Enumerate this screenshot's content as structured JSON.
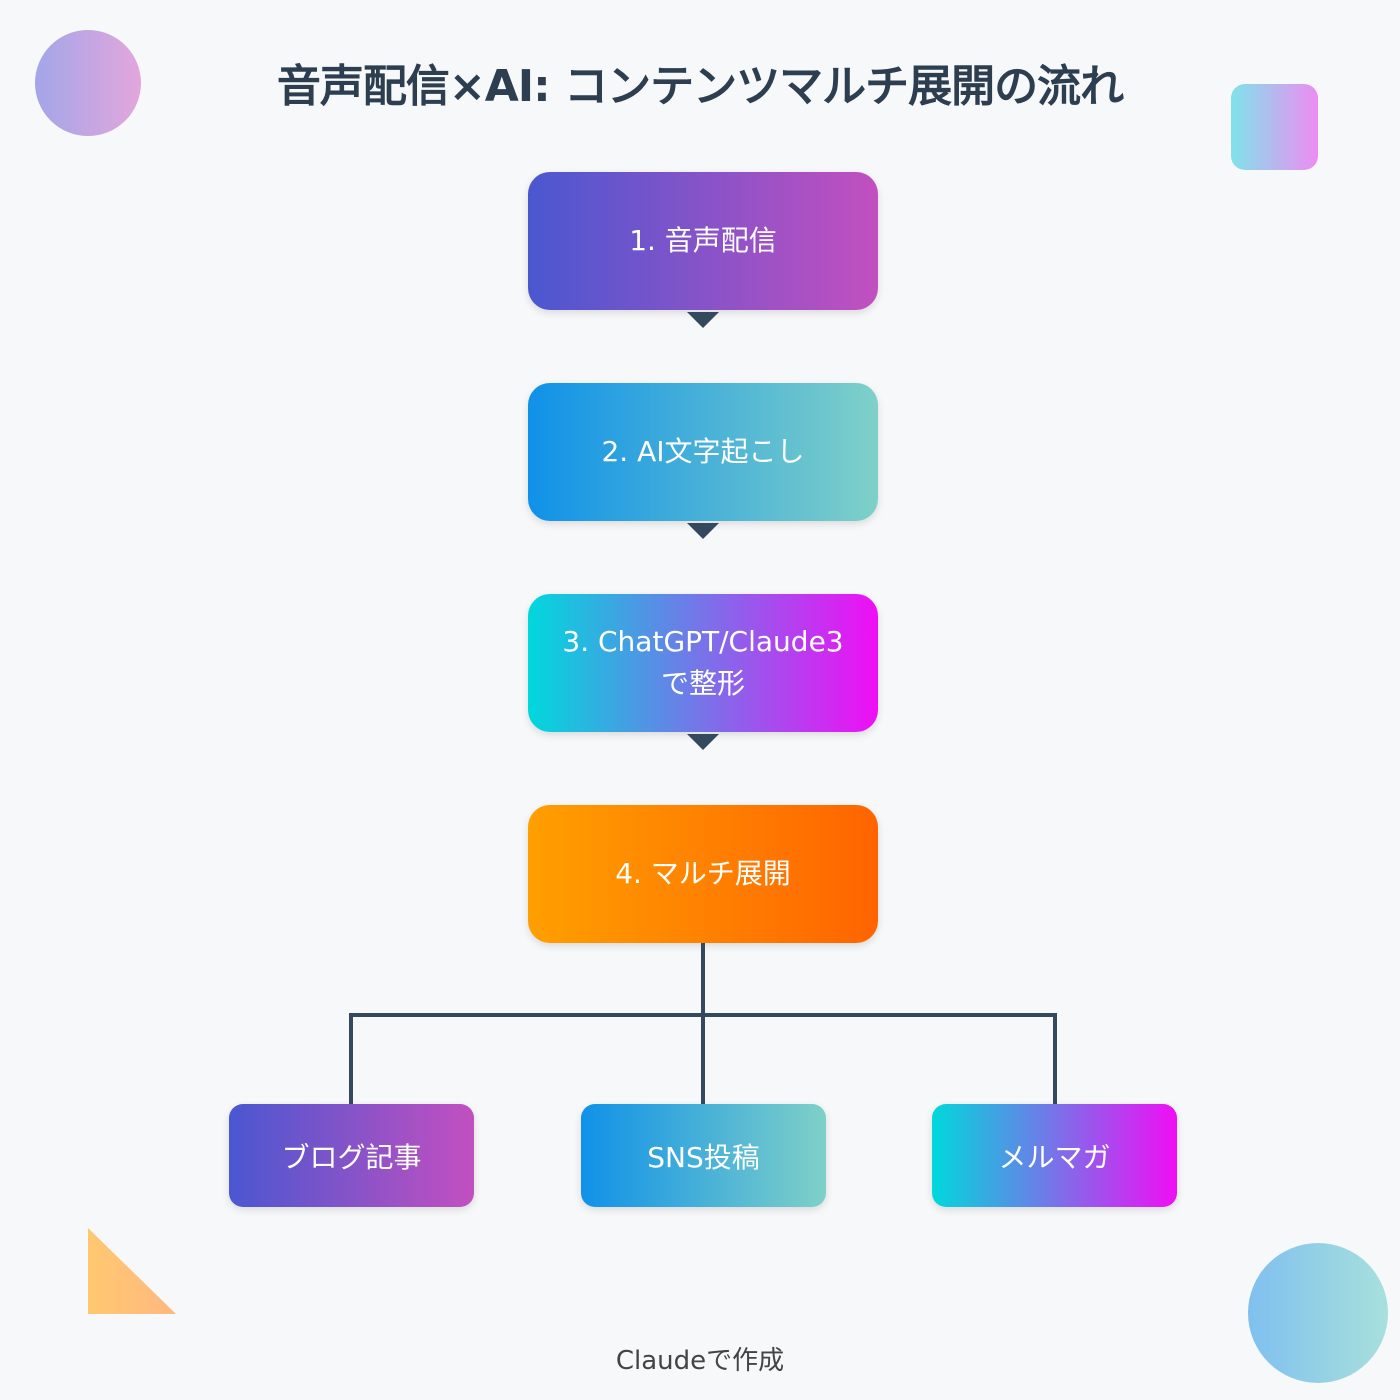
{
  "title": "音声配信×AI: コンテンツマルチ展開の流れ",
  "steps": [
    {
      "label": "1. 音声配信"
    },
    {
      "label": "2. AI文字起こし"
    },
    {
      "label": "3. ChatGPT/Claude3\nで整形",
      "line1": "3. ChatGPT/Claude3",
      "line2": "で整形"
    },
    {
      "label": "4. マルチ展開"
    }
  ],
  "outputs": [
    {
      "label": "ブログ記事"
    },
    {
      "label": "SNS投稿"
    },
    {
      "label": "メルマガ"
    }
  ],
  "footer": "Claudeで作成",
  "colors": {
    "line": "#34495e",
    "title": "#2c3e50",
    "background": "#f7f8fa"
  }
}
